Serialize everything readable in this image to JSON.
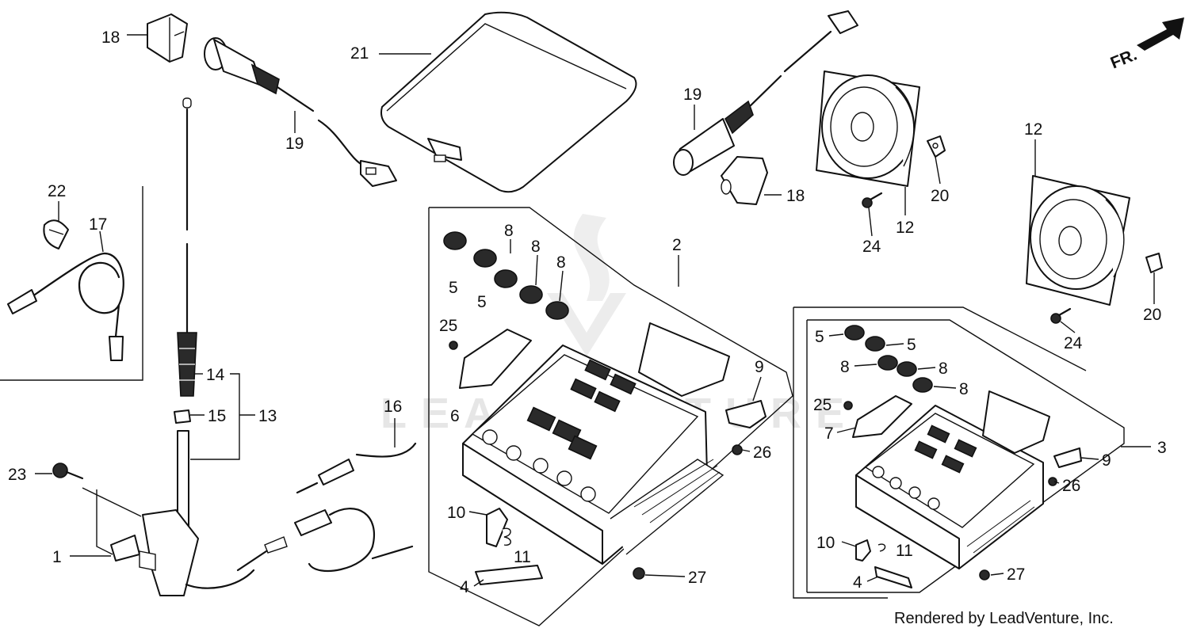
{
  "callouts": [
    {
      "id": "c18a",
      "label": "18"
    },
    {
      "id": "c19a",
      "label": "19"
    },
    {
      "id": "c21",
      "label": "21"
    },
    {
      "id": "c19b",
      "label": "19"
    },
    {
      "id": "c18b",
      "label": "18"
    },
    {
      "id": "c12a",
      "label": "12"
    },
    {
      "id": "c20a",
      "label": "20"
    },
    {
      "id": "c24a",
      "label": "24"
    },
    {
      "id": "c12b",
      "label": "12"
    },
    {
      "id": "c20b",
      "label": "20"
    },
    {
      "id": "c24b",
      "label": "24"
    },
    {
      "id": "c22",
      "label": "22"
    },
    {
      "id": "c17",
      "label": "17"
    },
    {
      "id": "c14",
      "label": "14"
    },
    {
      "id": "c15",
      "label": "15"
    },
    {
      "id": "c13",
      "label": "13"
    },
    {
      "id": "c23",
      "label": "23"
    },
    {
      "id": "c1",
      "label": "1"
    },
    {
      "id": "c16",
      "label": "16"
    },
    {
      "id": "c2",
      "label": "2"
    },
    {
      "id": "c5a",
      "label": "5"
    },
    {
      "id": "c5b",
      "label": "5"
    },
    {
      "id": "c8a",
      "label": "8"
    },
    {
      "id": "c8b",
      "label": "8"
    },
    {
      "id": "c8c",
      "label": "8"
    },
    {
      "id": "c25a",
      "label": "25"
    },
    {
      "id": "c6",
      "label": "6"
    },
    {
      "id": "c9a",
      "label": "9"
    },
    {
      "id": "c26a",
      "label": "26"
    },
    {
      "id": "c10a",
      "label": "10"
    },
    {
      "id": "c11a",
      "label": "11"
    },
    {
      "id": "c4a",
      "label": "4"
    },
    {
      "id": "c27a",
      "label": "27"
    },
    {
      "id": "c5c",
      "label": "5"
    },
    {
      "id": "c5d",
      "label": "5"
    },
    {
      "id": "c8d",
      "label": "8"
    },
    {
      "id": "c8e",
      "label": "8"
    },
    {
      "id": "c8f",
      "label": "8"
    },
    {
      "id": "c25b",
      "label": "25"
    },
    {
      "id": "c7",
      "label": "7"
    },
    {
      "id": "c3",
      "label": "3"
    },
    {
      "id": "c9b",
      "label": "9"
    },
    {
      "id": "c26b",
      "label": "26"
    },
    {
      "id": "c10b",
      "label": "10"
    },
    {
      "id": "c11b",
      "label": "11"
    },
    {
      "id": "c4b",
      "label": "4"
    },
    {
      "id": "c27b",
      "label": "27"
    }
  ],
  "direction_arrow": {
    "label": "FR."
  },
  "credit": "Rendered by LeadVenture, Inc.",
  "watermark": {
    "text": "LEADVENTURE"
  },
  "colors": {
    "ink": "#111111",
    "paper": "#ffffff",
    "watermark": "#e6e6e6"
  }
}
